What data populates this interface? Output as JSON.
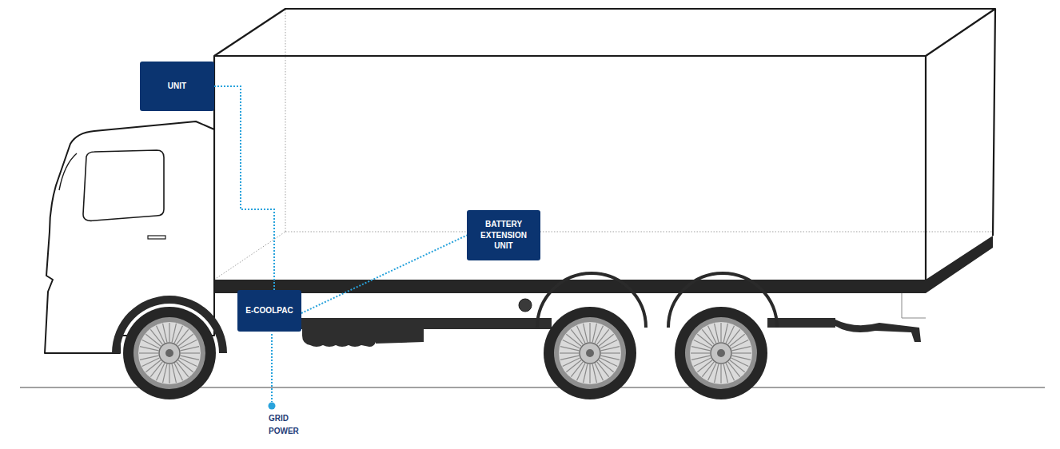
{
  "diagram": {
    "nodes": [
      {
        "text": [
          "UNIT"
        ]
      },
      {
        "text": [
          "BATTERY EXTENSION UNIT"
        ]
      },
      {
        "text": [
          "E-COOLPAC"
        ]
      }
    ],
    "edges": [
      {
        "from": 0,
        "to": 2,
        "arrow": "none"
      },
      {
        "from": 2,
        "to": 1,
        "arrow": "none"
      }
    ],
    "labels": [
      "GRID POWER"
    ]
  }
}
